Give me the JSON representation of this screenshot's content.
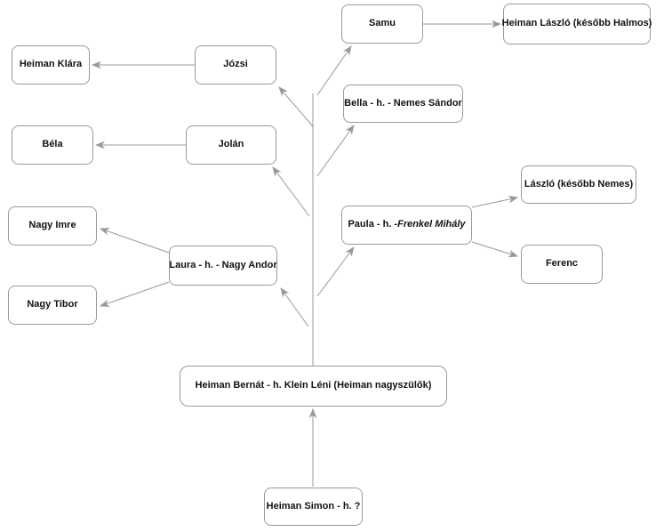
{
  "diagram": {
    "type": "family-tree",
    "colors": {
      "node_fill": "#ffffff",
      "node_border": "#999999",
      "connector": "#999999",
      "text": "#111111",
      "background": "#ffffff"
    },
    "nodes": [
      {
        "id": "heiman-klara",
        "label": "Heiman Klára"
      },
      {
        "id": "jozsi",
        "label": "Józsi"
      },
      {
        "id": "samu",
        "label": "Samu"
      },
      {
        "id": "heiman-laszlo-halmos",
        "label": "Heiman László (később Halmos)"
      },
      {
        "id": "bella",
        "label": "Bella - h. - Nemes Sándor"
      },
      {
        "id": "bela",
        "label": "Béla"
      },
      {
        "id": "jolan",
        "label": "Jolán"
      },
      {
        "id": "laszlo-nemes",
        "label": "László (később Nemes)"
      },
      {
        "id": "paula",
        "label": "Paula - h. - Frenkel Mihály",
        "label_prefix": "Paula - h. - ",
        "label_italic": "Frenkel Mihály"
      },
      {
        "id": "ferenc",
        "label": "Ferenc"
      },
      {
        "id": "nagy-imre",
        "label": "Nagy Imre"
      },
      {
        "id": "laura",
        "label": "Laura - h. - Nagy Andor"
      },
      {
        "id": "nagy-tibor",
        "label": "Nagy Tibor"
      },
      {
        "id": "heiman-bernat",
        "label": "Heiman Bernát - h. Klein Léni (Heiman nagyszülők)"
      },
      {
        "id": "heiman-simon",
        "label": "Heiman Simon - h.  ?"
      }
    ],
    "edges": [
      {
        "from": "jozsi",
        "to": "heiman-klara"
      },
      {
        "from": "jolan",
        "to": "bela"
      },
      {
        "from": "samu",
        "to": "heiman-laszlo-halmos"
      },
      {
        "from": "heiman-bernat",
        "to": "jozsi"
      },
      {
        "from": "heiman-bernat",
        "to": "samu"
      },
      {
        "from": "heiman-bernat",
        "to": "bella"
      },
      {
        "from": "heiman-bernat",
        "to": "jolan"
      },
      {
        "from": "heiman-bernat",
        "to": "paula"
      },
      {
        "from": "heiman-bernat",
        "to": "laura"
      },
      {
        "from": "paula",
        "to": "laszlo-nemes"
      },
      {
        "from": "paula",
        "to": "ferenc"
      },
      {
        "from": "laura",
        "to": "nagy-imre"
      },
      {
        "from": "laura",
        "to": "nagy-tibor"
      },
      {
        "from": "heiman-simon",
        "to": "heiman-bernat"
      }
    ]
  }
}
